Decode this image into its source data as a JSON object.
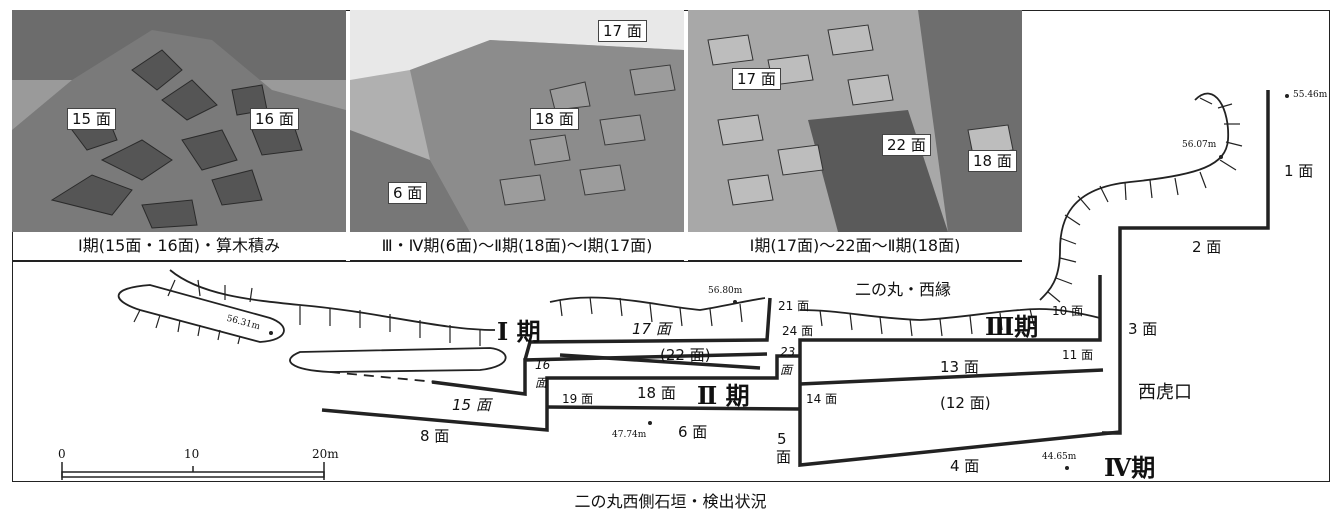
{
  "figure_title": "二の丸西側石垣・検出状況",
  "photos": [
    {
      "caption": "Ⅰ期(15面・16面)・算木積み",
      "labels": [
        "15 面",
        "16 面"
      ]
    },
    {
      "caption": "Ⅲ・Ⅳ期(6面)〜Ⅱ期(18面)〜Ⅰ期(17面)",
      "labels": [
        "17 面",
        "18 面",
        "6 面"
      ]
    },
    {
      "caption": "Ⅰ期(17面)〜22面〜Ⅱ期(18面)",
      "labels": [
        "17 面",
        "22 面",
        "18 面"
      ]
    }
  ],
  "plan": {
    "area_label": "二の丸・西縁",
    "gate_label": "西虎口",
    "phases": [
      "Ⅰ 期",
      "Ⅱ 期",
      "Ⅲ期",
      "Ⅳ期"
    ],
    "faces": {
      "f1": "1 面",
      "f2": "2 面",
      "f3": "3 面",
      "f4": "4 面",
      "f5a": "5",
      "f5b": "面",
      "f6": "6 面",
      "f8": "8 面",
      "f10": "10 面",
      "f11": "11 面",
      "f12": "(12 面)",
      "f13": "13 面",
      "f14": "14 面",
      "f15": "15 面",
      "f16a": "16",
      "f16b": "面",
      "f17": "17 面",
      "f18": "18 面",
      "f19": "19 面",
      "f21": "21 面",
      "f22": "(22 面)",
      "f23a": "23",
      "f23b": "面",
      "f24": "24 面"
    },
    "elevations": [
      "55.46m",
      "56.07m",
      "56.80m",
      "56.31m",
      "47.74m",
      "44.65m"
    ],
    "scale": {
      "ticks": [
        "0",
        "10",
        "20m"
      ]
    }
  }
}
